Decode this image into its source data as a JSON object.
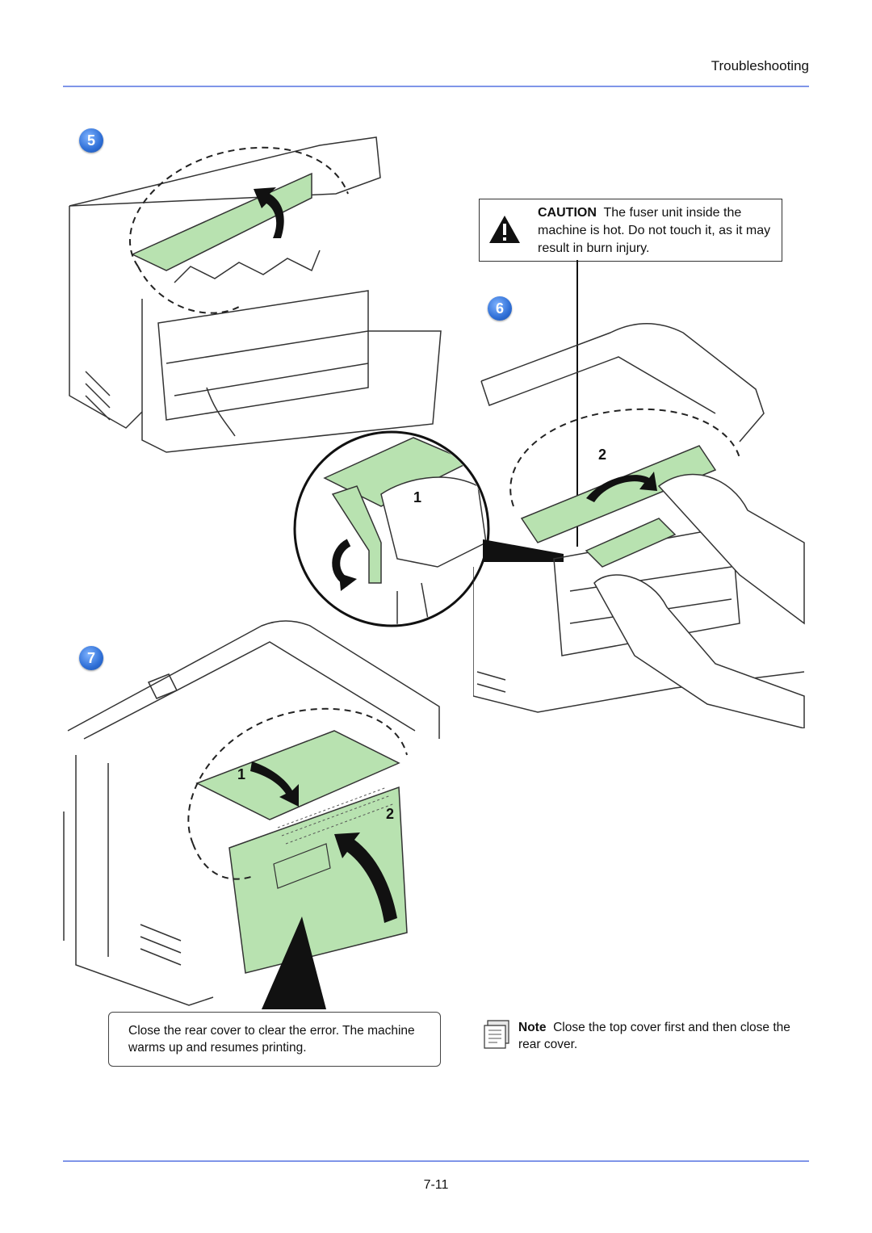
{
  "header": {
    "section": "Troubleshooting"
  },
  "steps": {
    "s5": "5",
    "s6": "6",
    "s7": "7"
  },
  "figure5": {
    "callout1": "1"
  },
  "figure6": {
    "callout2": "2"
  },
  "figure7": {
    "callout1": "1",
    "callout2": "2"
  },
  "caution": {
    "label": "CAUTION",
    "text": "The fuser unit inside the machine is hot. Do not touch it, as it may result in burn injury."
  },
  "callout": {
    "text": "Close the rear cover to clear the error. The machine warms up and resumes printing."
  },
  "note": {
    "label": "Note",
    "text": "Close the top cover first and then close the rear cover."
  },
  "footer": {
    "page_number": "7-11"
  },
  "colors": {
    "rule": "#7f95e8",
    "cover_green": "#b8e2b0",
    "step_blue": "#2f6fd6"
  },
  "icons": {
    "caution": "warning-triangle-icon",
    "note": "notepad-icon"
  }
}
